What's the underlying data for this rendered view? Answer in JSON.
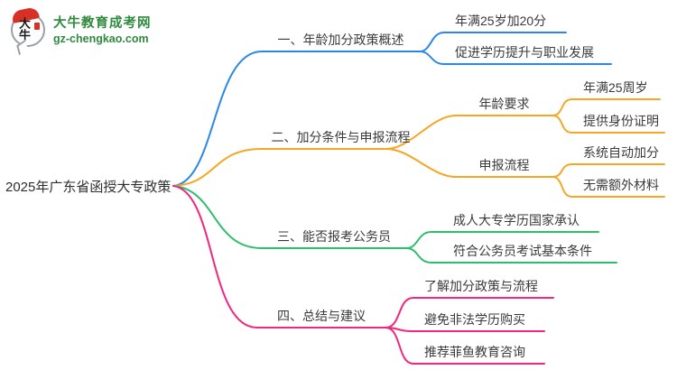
{
  "logo": {
    "bubble_text": "大牛",
    "site_name": "大牛教育成考网",
    "site_url": "gz-chengkao.com",
    "brand_color": "#2F8A3D",
    "accent_red": "#D93025"
  },
  "root": {
    "label": "2025年广东省函授大专政策"
  },
  "branches": [
    {
      "label": "一、年龄加分政策概述",
      "color": "#2B88E8",
      "children": [
        {
          "label": "年满25岁加20分"
        },
        {
          "label": "促进学历提升与职业发展"
        }
      ]
    },
    {
      "label": "二、加分条件与申报流程",
      "color": "#F5A623",
      "children": [
        {
          "label": "年龄要求",
          "children": [
            {
              "label": "年满25周岁"
            },
            {
              "label": "提供身份证明"
            }
          ]
        },
        {
          "label": "申报流程",
          "children": [
            {
              "label": "系统自动加分"
            },
            {
              "label": "无需额外材料"
            }
          ]
        }
      ]
    },
    {
      "label": "三、能否报考公务员",
      "color": "#2EBD6B",
      "children": [
        {
          "label": "成人大专学历国家承认"
        },
        {
          "label": "符合公务员考试基本条件"
        }
      ]
    },
    {
      "label": "四、总结与建议",
      "color": "#F0267F",
      "children": [
        {
          "label": "了解加分政策与流程"
        },
        {
          "label": "避免非法学历购买"
        },
        {
          "label": "推荐菲鱼教育咨询"
        }
      ]
    }
  ]
}
